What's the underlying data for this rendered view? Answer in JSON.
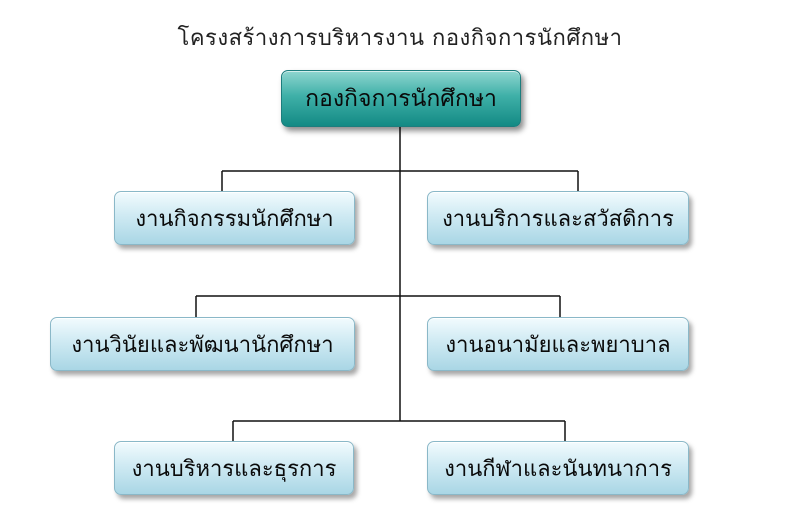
{
  "title": "โครงสร้างการบริหารงาน  กองกิจการนักศึกษา",
  "root": {
    "label": "กองกิจการนักศึกษา"
  },
  "units": [
    {
      "label": "งานกิจกรรมนักศึกษา"
    },
    {
      "label": "งานบริการและสวัสดิการ"
    },
    {
      "label": "งานวินัยและพัฒนานักศึกษา"
    },
    {
      "label": "งานอนามัยและพยาบาล"
    },
    {
      "label": "งานบริหารและธุรการ"
    },
    {
      "label": "งานกีฬาและนันทนาการ"
    }
  ],
  "colors": {
    "root_fill": "#1e958e",
    "unit_fill": "#bfe3ee",
    "connector": "#111111"
  }
}
